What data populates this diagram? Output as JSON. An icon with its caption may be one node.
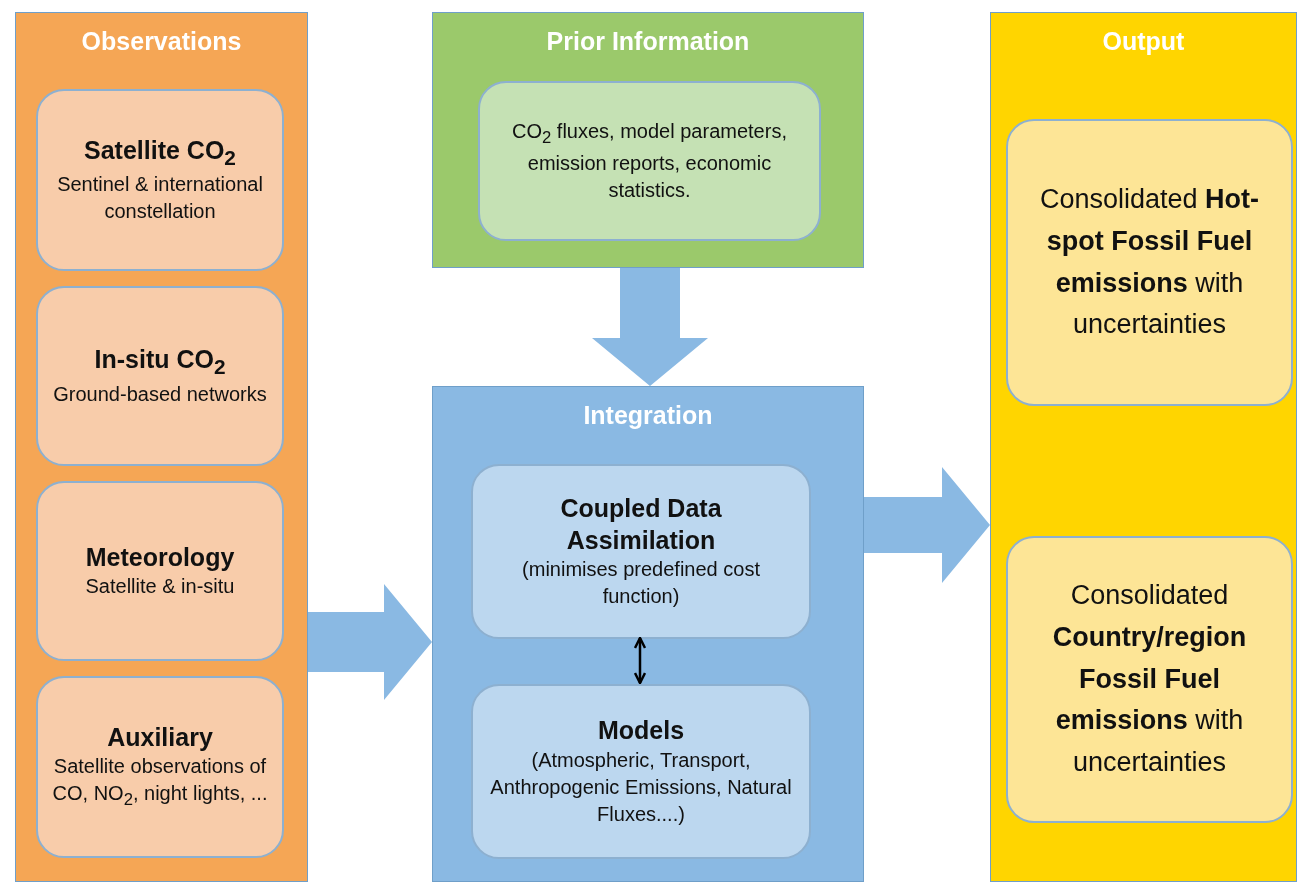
{
  "diagram": {
    "nodes": [
      {
        "text": [
          "Observations"
        ]
      },
      {
        "text": [
          "Satellite CO$_{2}$",
          "Sentinel & international constellation"
        ],
        "in": 0
      },
      {
        "text": [
          "In-situ CO$_{2}$",
          "Ground-based networks"
        ],
        "in": 0
      },
      {
        "text": [
          "Meteorology",
          "Satellite & in-situ"
        ],
        "in": 0
      },
      {
        "text": [
          "Auxiliary",
          "Satellite observations of CO, NO$_{2}$, night lights, ..."
        ],
        "in": 0
      },
      {
        "text": [
          "Prior Information"
        ]
      },
      {
        "text": [
          "CO$_{2}$ fluxes, model parameters, emission reports, economic statistics."
        ],
        "in": 5
      },
      {
        "text": [
          "Integration"
        ]
      },
      {
        "text": [
          "Coupled Data Assimilation",
          "(minimises predefined cost function)"
        ],
        "in": 7
      },
      {
        "text": [
          "Models",
          "(Atmospheric, Transport, Anthropogenic Emissions, Natural Fluxes....)"
        ],
        "in": 7
      },
      {
        "text": [
          "Output"
        ]
      },
      {
        "text": [
          "Consolidated **Hot-spot Fossil Fuel emissions** with uncertainties"
        ],
        "in": 10
      },
      {
        "text": [
          "Consolidated **Country/region Fossil Fuel emissions** with uncertainties"
        ],
        "in": 10
      }
    ],
    "edges": [
      {
        "from": 0,
        "to": 7,
        "arrow": "to",
        "style": "thick"
      },
      {
        "from": 5,
        "to": 7,
        "arrow": "to",
        "style": "thick"
      },
      {
        "from": 7,
        "to": 10,
        "arrow": "to",
        "style": "thick"
      },
      {
        "from": 8,
        "to": 9,
        "arrow": "both",
        "color": "#000000"
      }
    ]
  }
}
